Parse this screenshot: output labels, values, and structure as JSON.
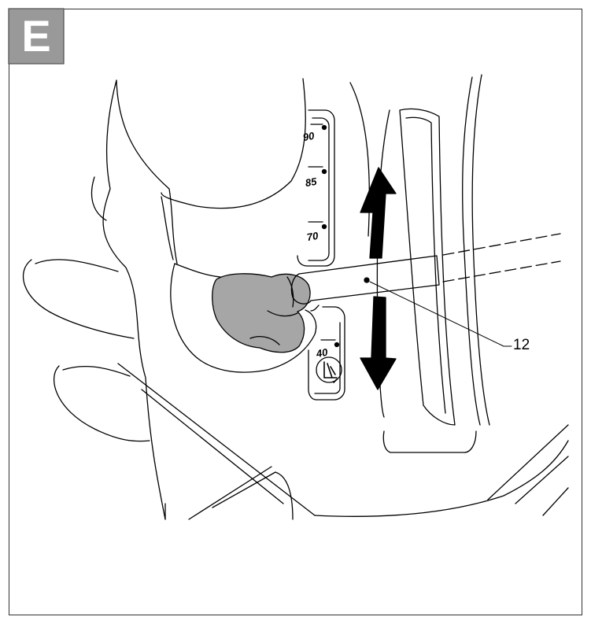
{
  "step": {
    "label": "E"
  },
  "callout": {
    "number": "12"
  },
  "scale_marks": [
    "90",
    "85",
    "70",
    "40"
  ],
  "colors": {
    "badge": "#999999",
    "glove": "#a6a6a6",
    "line": "#000000"
  },
  "icons": [
    "up-arrow-icon",
    "down-arrow-icon",
    "seat-recline-icon"
  ]
}
